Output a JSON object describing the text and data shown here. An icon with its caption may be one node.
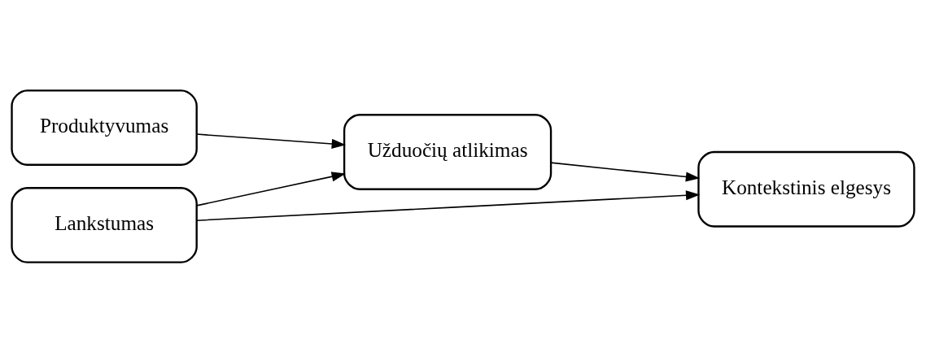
{
  "diagram": {
    "nodes": [
      {
        "text": [
          "Užduočių atlikimas"
        ]
      },
      {
        "text": [
          "Produktyvumas"
        ]
      },
      {
        "text": [
          "Kontekstinis elgesys"
        ]
      },
      {
        "text": [
          "Lankstumas"
        ]
      }
    ],
    "edges": [
      {
        "from": 1,
        "to": 0,
        "arrow": "to"
      },
      {
        "from": 3,
        "to": 0,
        "arrow": "to"
      },
      {
        "from": 0,
        "to": 2,
        "arrow": "to"
      },
      {
        "from": 3,
        "to": 2,
        "arrow": "to"
      }
    ]
  }
}
